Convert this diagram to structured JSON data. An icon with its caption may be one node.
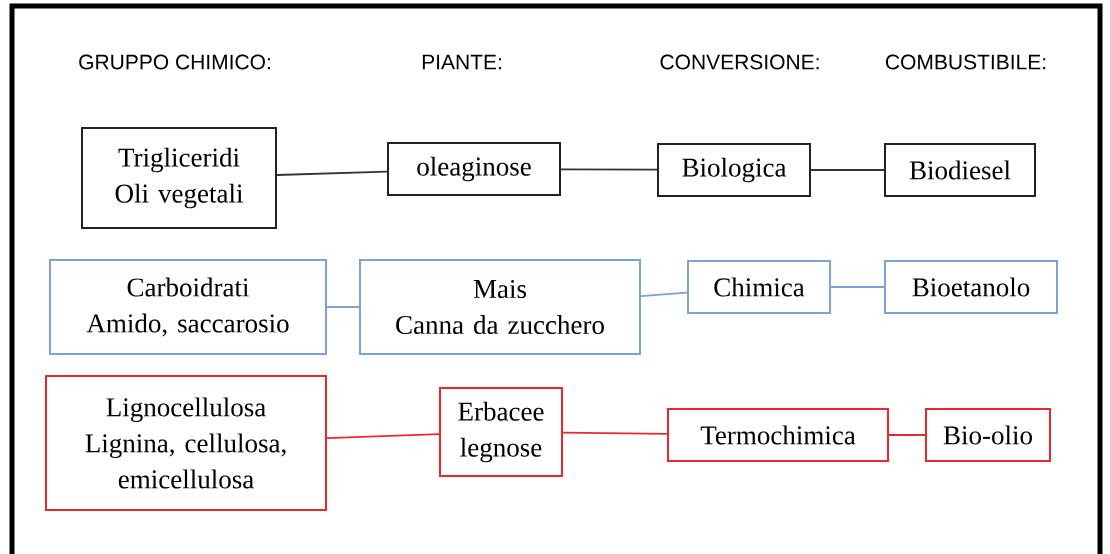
{
  "diagram": {
    "nodes": [
      {
        "text": [
          "Trigliceridi",
          "Oli vegetali"
        ]
      },
      {
        "text": [
          "oleaginose"
        ]
      },
      {
        "text": [
          "Biologica"
        ]
      },
      {
        "text": [
          "Biodiesel"
        ]
      },
      {
        "text": [
          "Carboidrati",
          "Amido, saccarosio"
        ]
      },
      {
        "text": [
          "Mais",
          "Canna da zucchero"
        ]
      },
      {
        "text": [
          "Chimica"
        ]
      },
      {
        "text": [
          "Bioetanolo"
        ]
      },
      {
        "text": [
          "Lignocellulosa",
          "Lignina, cellulosa, emicellulosa"
        ]
      },
      {
        "text": [
          "Erbacee",
          "legnose"
        ]
      },
      {
        "text": [
          "Termochimica"
        ]
      },
      {
        "text": [
          "Bio-olio"
        ]
      }
    ],
    "edges": [
      {
        "from": 0,
        "to": 1,
        "arrow": "none"
      },
      {
        "from": 1,
        "to": 2,
        "arrow": "none"
      },
      {
        "from": 2,
        "to": 3,
        "arrow": "none"
      },
      {
        "from": 4,
        "to": 5,
        "arrow": "none",
        "color": "#7ba3d6"
      },
      {
        "from": 5,
        "to": 6,
        "arrow": "none",
        "color": "#7ba3d6"
      },
      {
        "from": 6,
        "to": 7,
        "arrow": "none",
        "color": "#7ba3d6"
      },
      {
        "from": 8,
        "to": 9,
        "arrow": "none",
        "color": "#e8292b"
      },
      {
        "from": 9,
        "to": 10,
        "arrow": "none",
        "color": "#e8292b"
      },
      {
        "from": 10,
        "to": 11,
        "arrow": "none",
        "color": "#e8292b"
      }
    ],
    "labels": [
      "GRUPPO CHIMICO:",
      "PIANTE:",
      "CONVERSIONE:",
      "COMBUSTIBILE:"
    ]
  }
}
